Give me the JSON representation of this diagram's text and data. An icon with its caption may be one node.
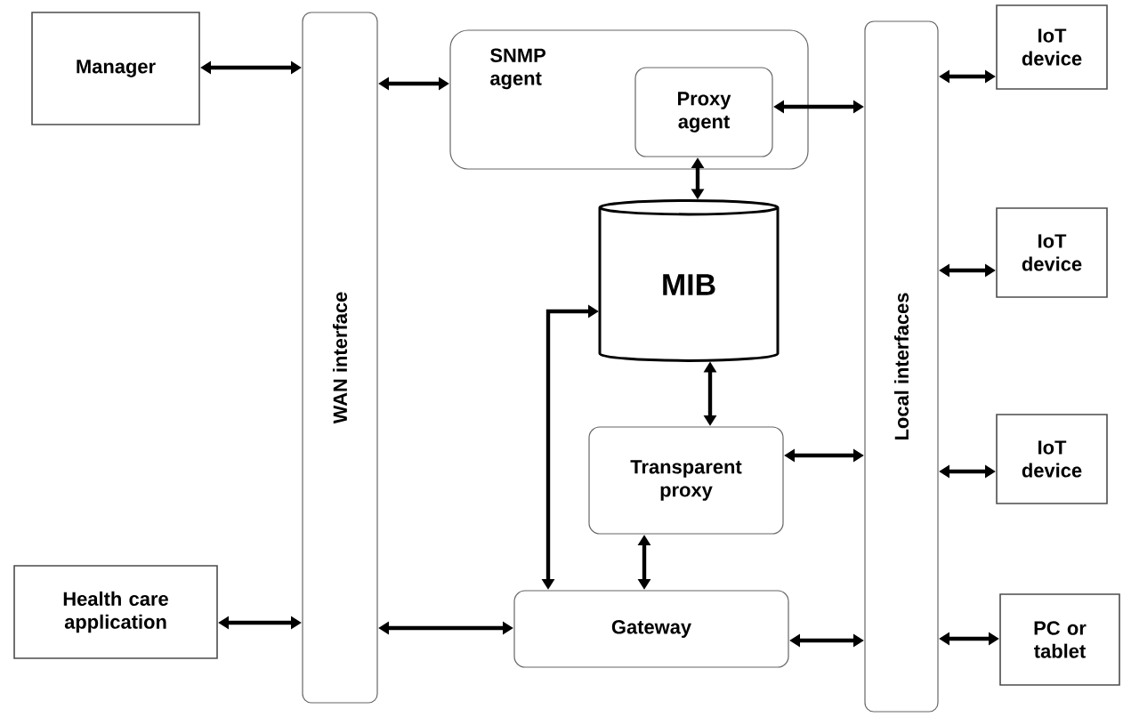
{
  "diagram": {
    "nodes": [
      {
        "text": [
          "Manager"
        ]
      },
      {
        "text": [
          "WAN interface"
        ]
      },
      {
        "text": [
          "SNMP agent"
        ]
      },
      {
        "text": [
          "Proxy agent"
        ],
        "in": 2
      },
      {
        "text": [
          "Local interfaces"
        ]
      },
      {
        "text": [
          "IoT device"
        ]
      },
      {
        "text": [
          "IoT device"
        ]
      },
      {
        "text": [
          "IoT device"
        ]
      },
      {
        "text": [
          "MIB"
        ]
      },
      {
        "text": [
          "Transparent proxy"
        ]
      },
      {
        "text": [
          "Health care application"
        ]
      },
      {
        "text": [
          "Gateway"
        ]
      },
      {
        "text": [
          "PC or tablet"
        ]
      }
    ],
    "edges": [
      {
        "from": 0,
        "to": 1,
        "arrow": "both"
      },
      {
        "from": 1,
        "to": 2,
        "arrow": "both"
      },
      {
        "from": 3,
        "to": 4,
        "arrow": "both"
      },
      {
        "from": 4,
        "to": 5,
        "arrow": "both"
      },
      {
        "from": 4,
        "to": 6,
        "arrow": "both"
      },
      {
        "from": 4,
        "to": 7,
        "arrow": "both"
      },
      {
        "from": 3,
        "to": 8,
        "arrow": "both"
      },
      {
        "from": 8,
        "to": 9,
        "arrow": "both"
      },
      {
        "from": 9,
        "to": 4,
        "arrow": "both"
      },
      {
        "from": 9,
        "to": 11,
        "arrow": "both"
      },
      {
        "from": 10,
        "to": 1,
        "arrow": "both"
      },
      {
        "from": 1,
        "to": 11,
        "arrow": "both"
      },
      {
        "from": 11,
        "to": 4,
        "arrow": "both"
      },
      {
        "from": 4,
        "to": 12,
        "arrow": "both"
      },
      {
        "from": 8,
        "to": 11,
        "arrow": "both"
      }
    ]
  }
}
